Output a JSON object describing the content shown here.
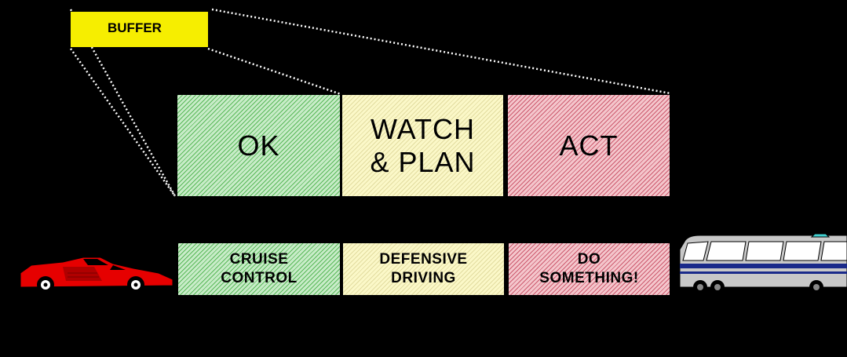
{
  "buffer": {
    "label": "BUFFER"
  },
  "zones": {
    "ok": "OK",
    "watch": "WATCH\n& PLAN",
    "act": "ACT"
  },
  "actions": {
    "cruise": "CRUISE\nCONTROL",
    "defensive": "DEFENSIVE\nDRIVING",
    "do_something": "DO\nSOMETHING!"
  },
  "colors": {
    "buffer": "#f6ee00",
    "ok": "#c8ecc8",
    "watch": "#fbf8c8",
    "act": "#f4c6cc",
    "car": "#e60000",
    "bus_stripe": "#1a2a8a"
  },
  "icons": {
    "car": "red-sports-car-icon",
    "bus": "bus-icon"
  }
}
